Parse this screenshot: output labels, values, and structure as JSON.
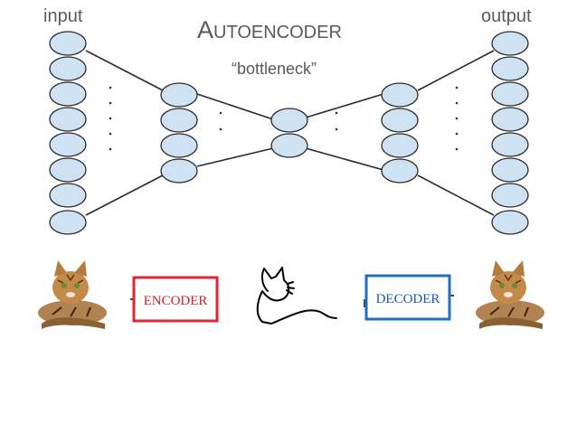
{
  "title": {
    "first": "A",
    "rest": "UTOENCODER"
  },
  "labels": {
    "input": "input",
    "output": "output",
    "bottleneck": "“bottleneck”"
  },
  "boxes": {
    "encoder": {
      "label": "ENCODER",
      "color": "#e0262e"
    },
    "decoder": {
      "label": "DECODER",
      "color": "#1f6fbf"
    }
  },
  "colors": {
    "node_fill": "#cfe2f3",
    "node_stroke": "#2b2b2b"
  },
  "layers": [
    {
      "name": "input",
      "count": 8
    },
    {
      "name": "encoder-hidden",
      "count": 4
    },
    {
      "name": "bottleneck",
      "count": 2
    },
    {
      "name": "decoder-hidden",
      "count": 4
    },
    {
      "name": "output",
      "count": 8
    }
  ],
  "images": {
    "input_image": "cat-photo",
    "latent_image": "cat-sketch",
    "output_image": "cat-photo"
  }
}
